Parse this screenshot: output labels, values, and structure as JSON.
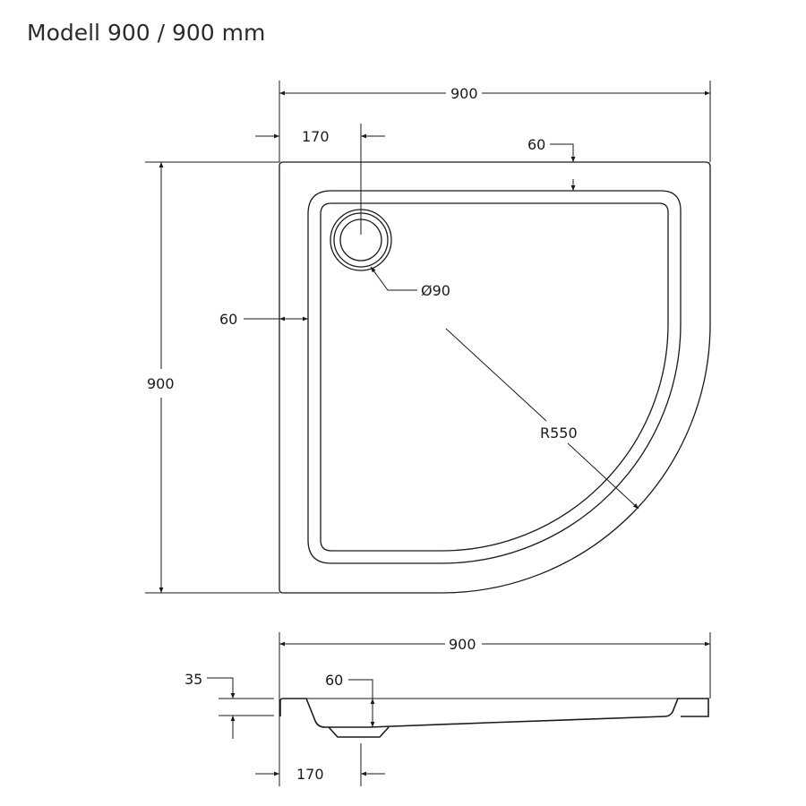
{
  "title": "Modell 900 / 900 mm",
  "plan_view": {
    "width_dim": "900",
    "height_dim": "900",
    "drain_offset_dim": "170",
    "rim_top_dim": "60",
    "rim_left_dim": "60",
    "drain_diameter_dim": "Ø90",
    "radius_dim": "R550"
  },
  "section_view": {
    "width_dim": "900",
    "rim_height_dim": "35",
    "depth_dim": "60",
    "drain_offset_dim": "170"
  },
  "colors": {
    "line": "#1a1a1a",
    "background": "#ffffff",
    "title": "#2b2b2b"
  }
}
